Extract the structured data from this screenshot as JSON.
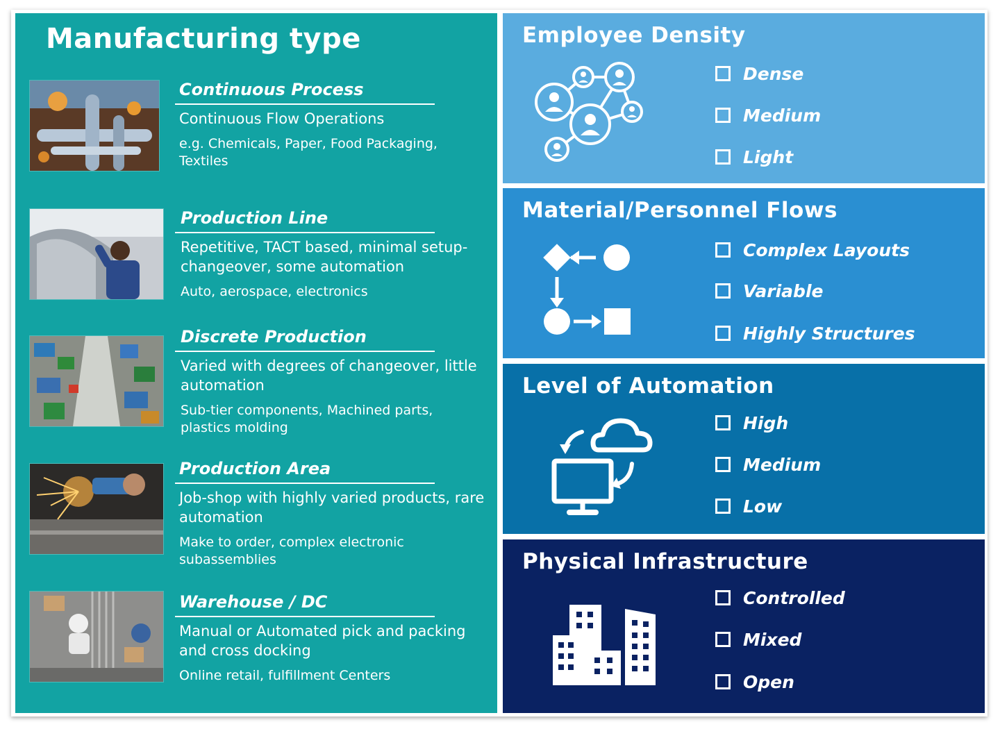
{
  "left": {
    "title": "Manufacturing type",
    "types": [
      {
        "title": "Continuous Process",
        "description": "Continuous Flow Operations",
        "examples": "e.g. Chemicals, Paper, Food Packaging, Textiles"
      },
      {
        "title": "Production Line",
        "description": "Repetitive, TACT based, minimal setup-changeover, some automation",
        "examples": "Auto, aerospace, electronics"
      },
      {
        "title": "Discrete Production",
        "description": "Varied with degrees of changeover, little automation",
        "examples": "Sub-tier components, Machined parts, plastics molding"
      },
      {
        "title": "Production Area",
        "description": "Job-shop with highly varied products, rare automation",
        "examples": "Make to order, complex electronic subassemblies"
      },
      {
        "title": "Warehouse / DC",
        "description": "Manual or Automated pick and packing and cross docking",
        "examples": "Online retail, fulfillment Centers"
      }
    ]
  },
  "right": [
    {
      "title": "Employee Density",
      "icon": "people-network-icon",
      "color": "#5aacdf",
      "options": [
        "Dense",
        "Medium",
        "Light"
      ]
    },
    {
      "title": "Material/Personnel Flows",
      "icon": "flow-shapes-icon",
      "color": "#2a8fd2",
      "options": [
        "Complex Layouts",
        "Variable",
        "Highly Structures"
      ]
    },
    {
      "title": "Level of Automation",
      "icon": "cloud-computer-sync-icon",
      "color": "#0870a8",
      "options": [
        "High",
        "Medium",
        "Low"
      ]
    },
    {
      "title": "Physical Infrastructure",
      "icon": "buildings-icon",
      "color": "#0a2262",
      "options": [
        "Controlled",
        "Mixed",
        "Open"
      ]
    }
  ],
  "colors": {
    "left_panel": "#12a3a3",
    "text": "#ffffff"
  }
}
